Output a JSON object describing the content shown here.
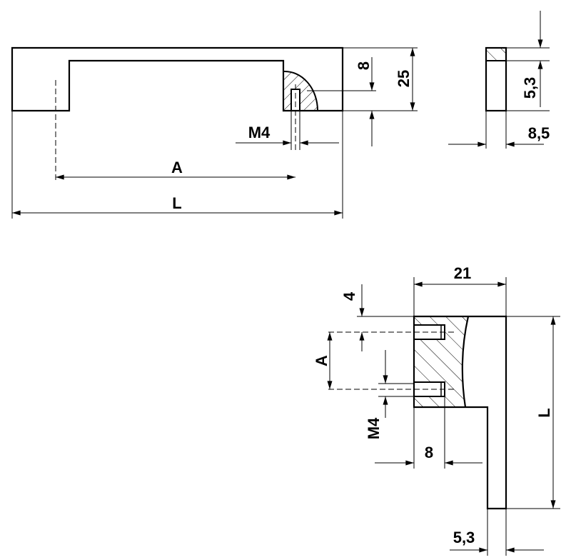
{
  "front_view": {
    "dim_height_hole": "8",
    "dim_height": "25",
    "dim_thread": "M4",
    "dim_hole_spacing": "A",
    "dim_length": "L"
  },
  "side_view": {
    "dim_top_band": "5,3",
    "dim_width": "8,5"
  },
  "section_view": {
    "dim_depth": "21",
    "dim_offset": "4",
    "dim_hole_spacing": "A",
    "dim_thread": "M4",
    "dim_thread_depth": "8",
    "dim_length": "L",
    "dim_thickness": "5,3"
  }
}
